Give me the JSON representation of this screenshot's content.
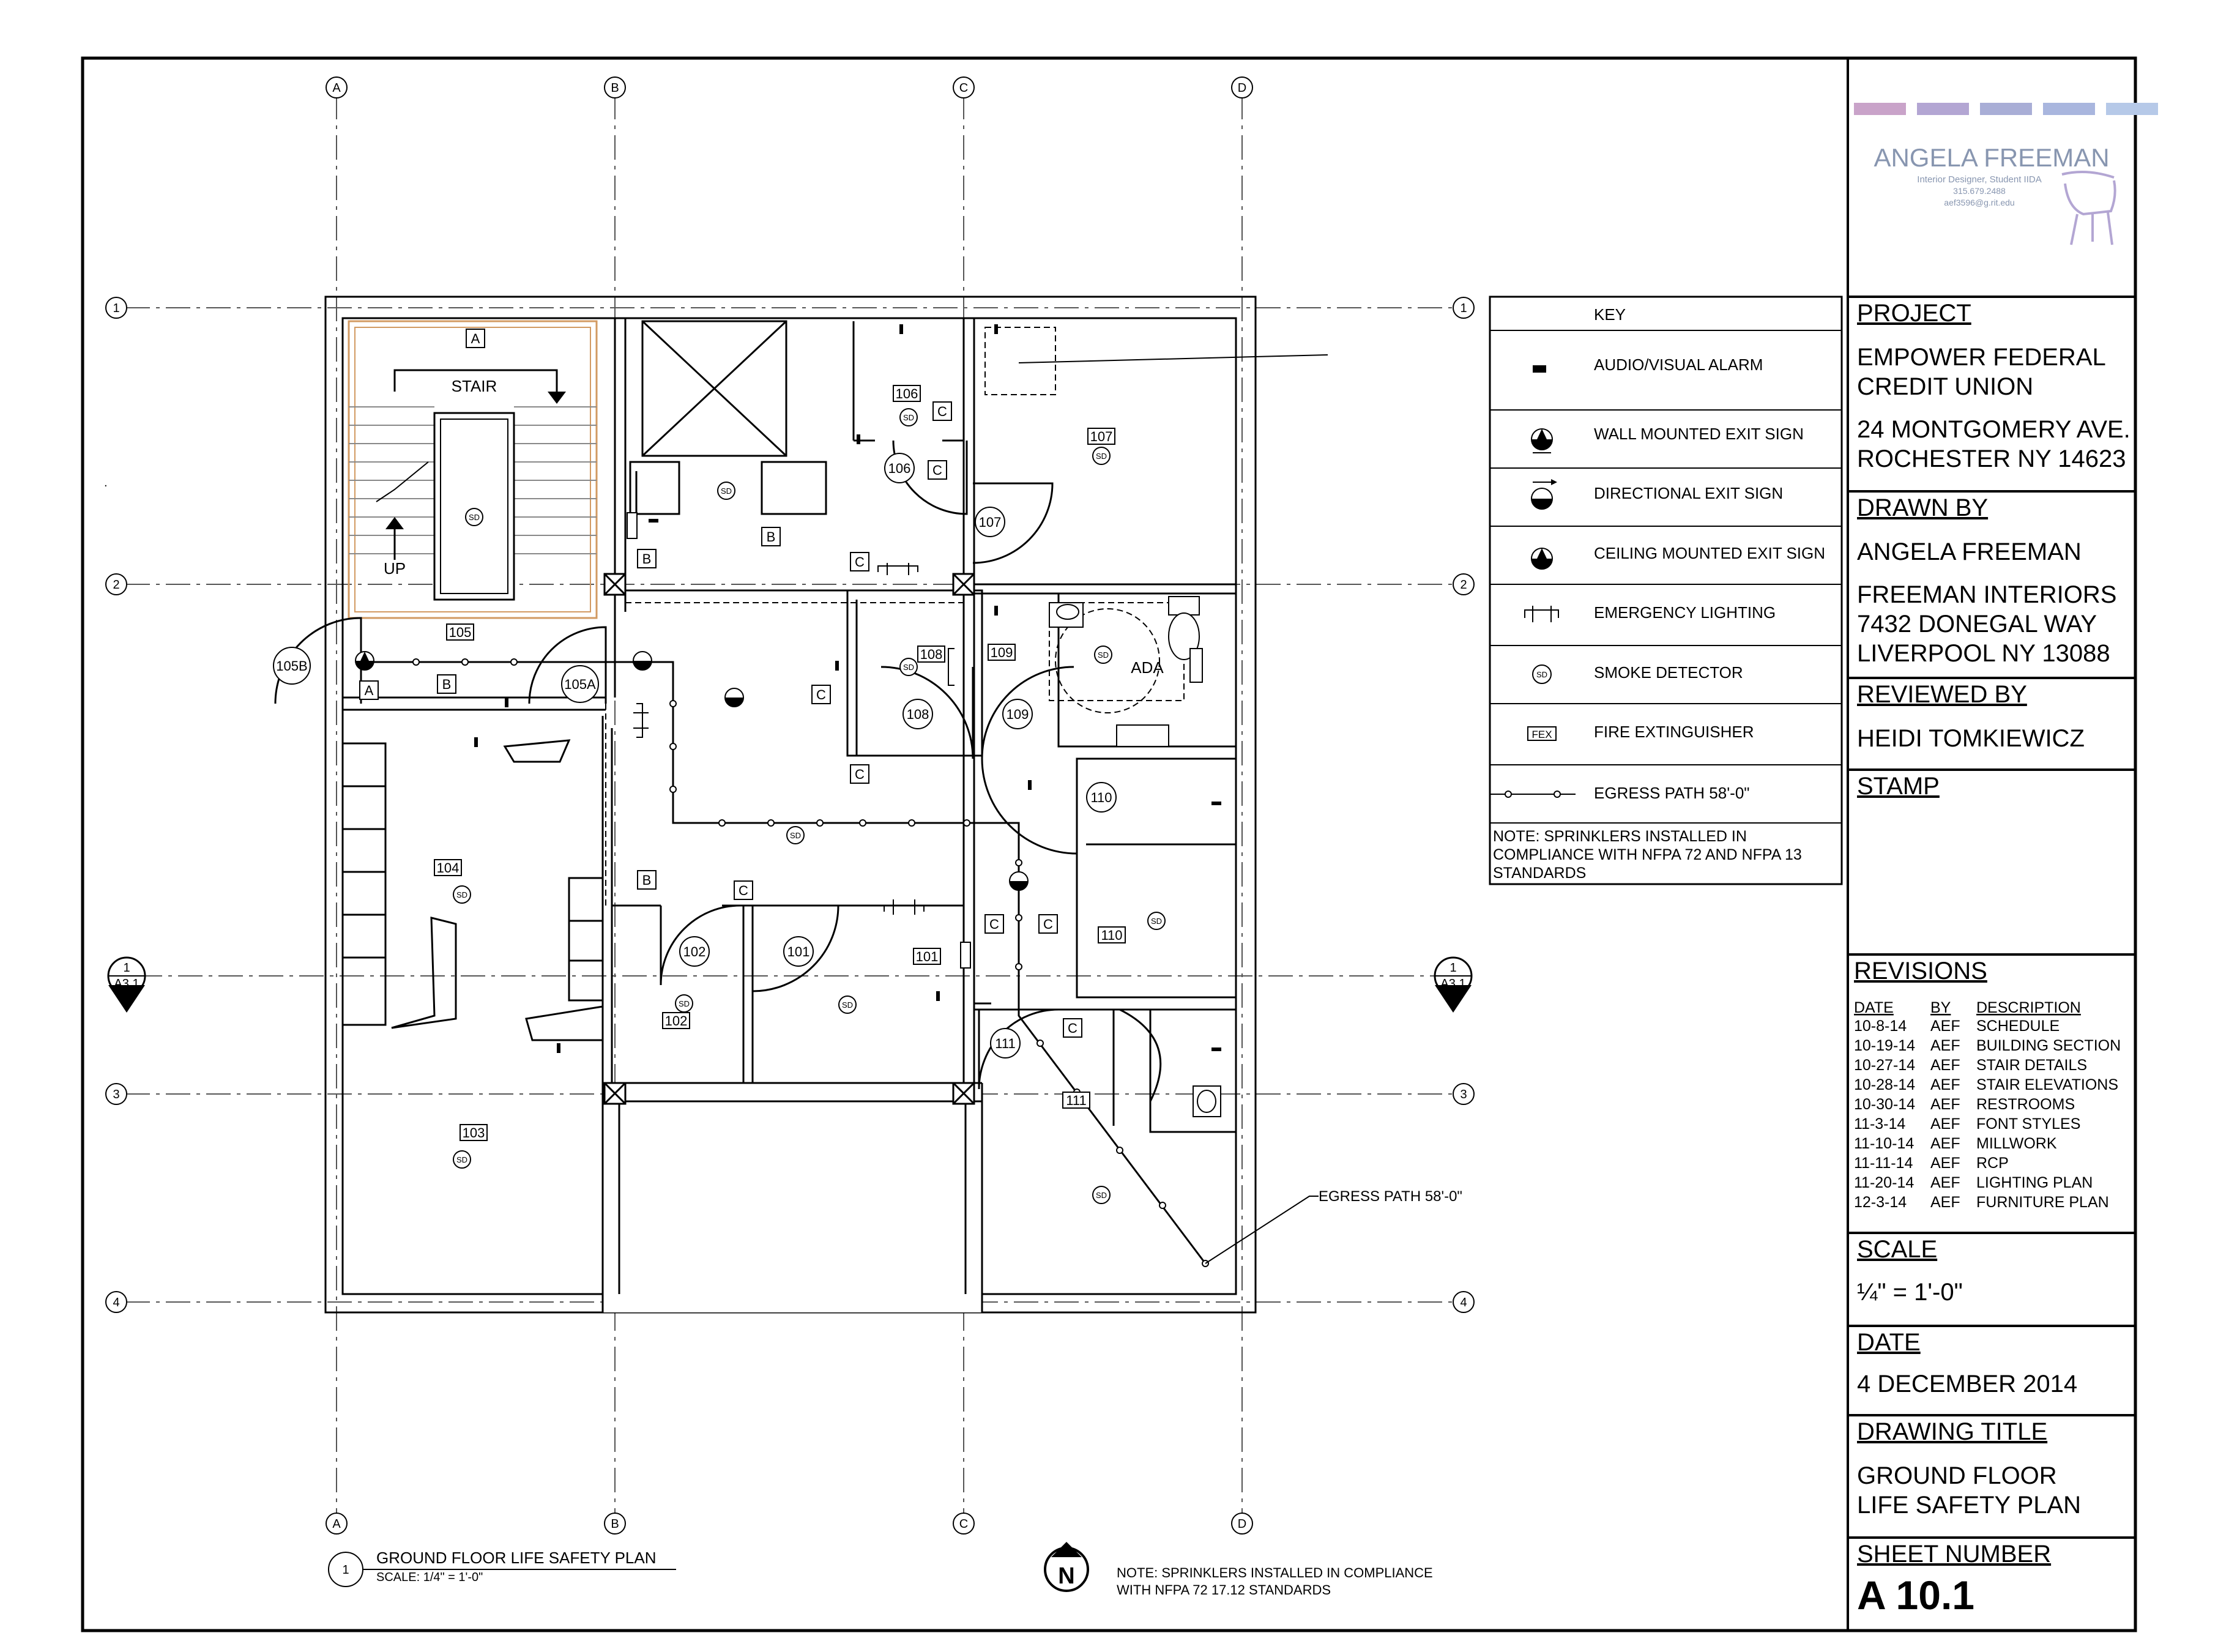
{
  "grid": {
    "columns": [
      "A",
      "B",
      "C",
      "D"
    ],
    "rows": [
      "1",
      "2",
      "3",
      "4"
    ]
  },
  "section_marker": {
    "number": "1",
    "sheet": "A3.1"
  },
  "plan": {
    "stair_label": "STAIR",
    "up_label": "UP",
    "ada_label": "ADA",
    "fex_label": "FEX",
    "sd_label": "SD",
    "room_tags": [
      "101",
      "102",
      "103",
      "104",
      "105",
      "106",
      "107",
      "108",
      "109",
      "110",
      "111"
    ],
    "door_tags": [
      "101",
      "102",
      "105A",
      "105B",
      "106",
      "107",
      "108",
      "109",
      "110",
      "111"
    ],
    "door_tag_letters": [
      "A",
      "B",
      "C"
    ],
    "egress_callout": "EGRESS PATH 58'-0\""
  },
  "key": {
    "title": "KEY",
    "items": [
      {
        "icon": "audio-visual-alarm-icon",
        "label": "AUDIO/VISUAL ALARM"
      },
      {
        "icon": "wall-mounted-exit-sign-icon",
        "label": "WALL MOUNTED EXIT SIGN"
      },
      {
        "icon": "directional-exit-sign-icon",
        "label": "DIRECTIONAL EXIT SIGN"
      },
      {
        "icon": "ceiling-mounted-exit-sign-icon",
        "label": "CEILING MOUNTED EXIT SIGN"
      },
      {
        "icon": "emergency-lighting-icon",
        "label": "EMERGENCY LIGHTING"
      },
      {
        "icon": "smoke-detector-icon",
        "label": "SMOKE DETECTOR"
      },
      {
        "icon": "fire-extinguisher-icon",
        "label": "FIRE EXTINGUISHER"
      },
      {
        "icon": "egress-path-icon",
        "label": "EGRESS PATH 58'-0\""
      }
    ],
    "note": [
      "NOTE: SPRINKLERS INSTALLED IN",
      "COMPLIANCE WITH NFPA 72 AND NFPA 13",
      "STANDARDS"
    ]
  },
  "drawing_label": {
    "number": "1",
    "title": "GROUND FLOOR LIFE SAFETY PLAN",
    "scale": "SCALE: 1/4\" = 1'-0\""
  },
  "north_arrow": "N",
  "bottom_note": [
    "NOTE:  SPRINKLERS INSTALLED IN COMPLIANCE",
    "WITH NFPA 72 17.12 STANDARDS"
  ],
  "title_block": {
    "logo": {
      "name": "ANGELA FREEMAN",
      "subtitle": "Interior Designer, Student IIDA",
      "phone": "315.679.2488",
      "email": "aef3596@g.rit.edu",
      "bar_colors": [
        "#c9a3c9",
        "#b3a6d3",
        "#a9aed6",
        "#a9b6de",
        "#b6c9e8"
      ]
    },
    "project_label": "PROJECT",
    "project": [
      "EMPOWER FEDERAL",
      "CREDIT UNION",
      "24 MONTGOMERY AVE.",
      "ROCHESTER NY 14623"
    ],
    "drawn_by_label": "DRAWN BY",
    "drawn_by": [
      "ANGELA FREEMAN",
      "FREEMAN INTERIORS",
      "7432 DONEGAL WAY",
      "LIVERPOOL NY 13088"
    ],
    "reviewed_by_label": "REVIEWED BY",
    "reviewed_by": "HEIDI TOMKIEWICZ",
    "stamp_label": "STAMP",
    "revisions_label": "REVISIONS",
    "revision_headers": [
      "DATE",
      "BY",
      "DESCRIPTION"
    ],
    "revisions": [
      [
        "10-8-14",
        "AEF",
        "SCHEDULE"
      ],
      [
        "10-19-14",
        "AEF",
        "BUILDING SECTION"
      ],
      [
        "10-27-14",
        "AEF",
        "STAIR DETAILS"
      ],
      [
        "10-28-14",
        "AEF",
        "STAIR ELEVATIONS"
      ],
      [
        "10-30-14",
        "AEF",
        "RESTROOMS"
      ],
      [
        "11-3-14",
        "AEF",
        "FONT STYLES"
      ],
      [
        "11-10-14",
        "AEF",
        "MILLWORK"
      ],
      [
        "11-11-14",
        "AEF",
        "RCP"
      ],
      [
        "11-20-14",
        "AEF",
        "LIGHTING PLAN"
      ],
      [
        "12-3-14",
        "AEF",
        "FURNITURE PLAN"
      ]
    ],
    "scale_label": "SCALE",
    "scale": "¼\" = 1'-0\"",
    "date_label": "DATE",
    "date": "4 DECEMBER 2014",
    "drawing_title_label": "DRAWING TITLE",
    "drawing_title": [
      "GROUND FLOOR",
      "LIFE SAFETY PLAN"
    ],
    "sheet_number_label": "SHEET NUMBER",
    "sheet_number": "A 10.1"
  }
}
